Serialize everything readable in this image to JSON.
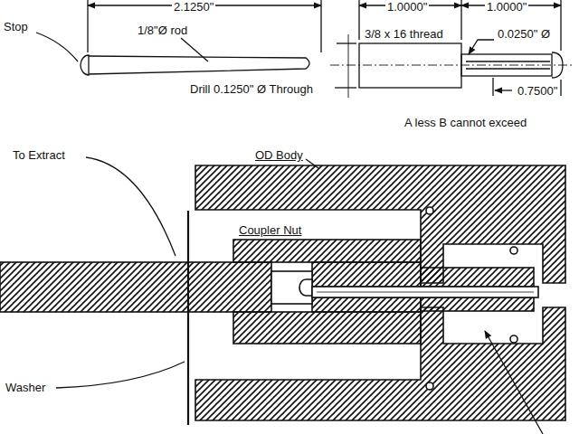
{
  "diagram": {
    "labels": [
      "2.1250\"",
      "1.0000\"",
      "1.0000\"",
      "Stop",
      "1/8\"Ø rod",
      "3/8 x 16 thread",
      "0.0250\" Ø",
      "Drill 0.1250\" Ø Through",
      "0.7500\"",
      "A less B cannot exceed",
      "To Extract",
      "OD Body",
      "Coupler Nut",
      "Washer"
    ]
  }
}
